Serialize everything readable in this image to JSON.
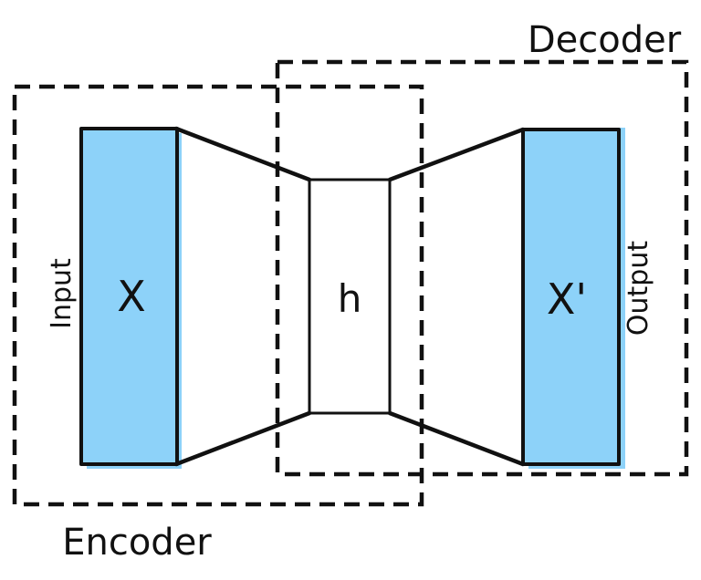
{
  "diagram": {
    "type": "autoencoder-architecture",
    "background": "#ffffff",
    "colors": {
      "block_fill": "#8dd2f9",
      "stroke": "#111111"
    },
    "blocks": {
      "input": {
        "label": "X",
        "side_label": "Input"
      },
      "hidden": {
        "label": "h"
      },
      "output": {
        "label": "X'",
        "side_label": "Output"
      }
    },
    "regions": {
      "encoder": {
        "label": "Encoder"
      },
      "decoder": {
        "label": "Decoder"
      }
    }
  }
}
